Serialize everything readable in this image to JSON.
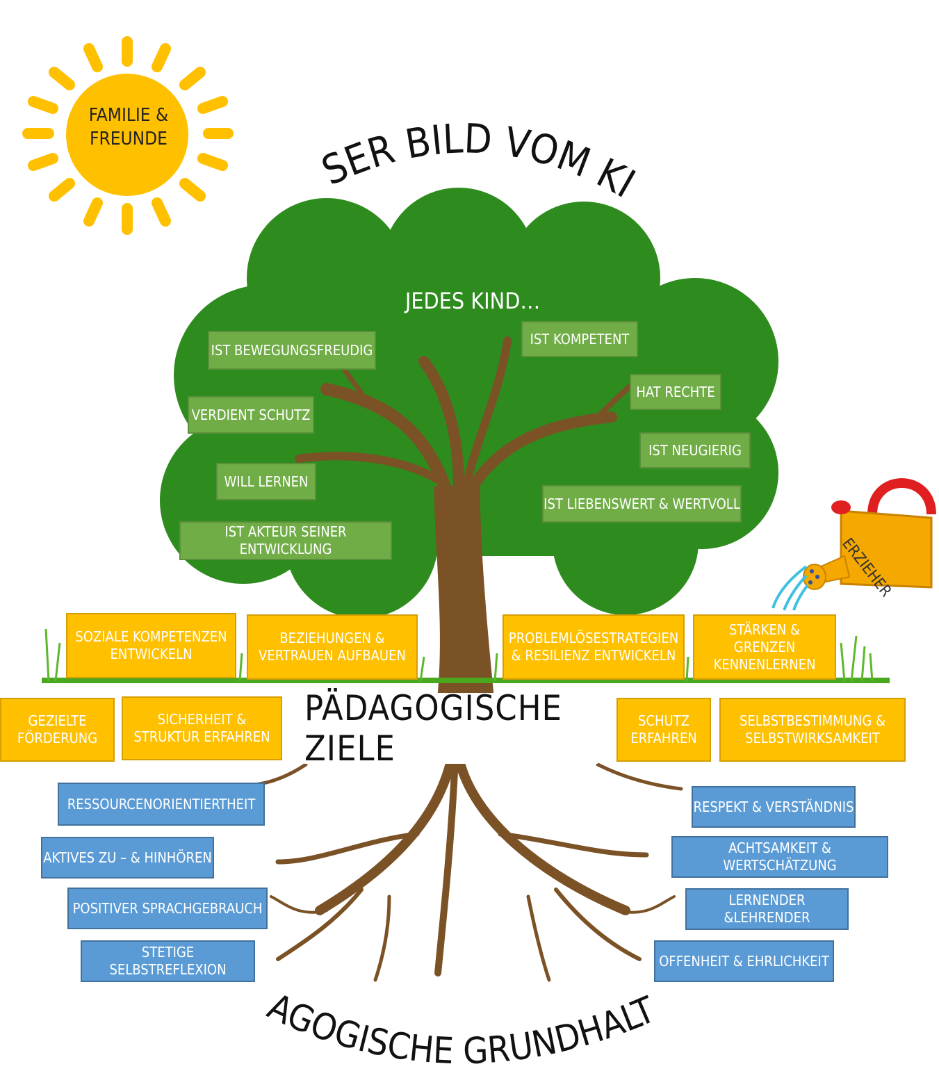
{
  "title_top": "Unser Bild vom Kind",
  "title_bottom": "Pädagogische Grundhaltung",
  "sun": {
    "line1": "Familie &",
    "line2": "Freunde"
  },
  "watering_can": {
    "label": "Erzieher"
  },
  "crown": {
    "heading": "Jedes Kind…",
    "items": [
      "ist bewegungsfreudig",
      "verdient Schutz",
      "will lernen",
      "ist Akteur seiner Entwicklung",
      "ist kompetent",
      "hat Rechte",
      "ist neugierig",
      "ist liebenswert & wertvoll"
    ]
  },
  "goals": {
    "heading": "Pädagogische Ziele",
    "items": [
      "Soziale Kompetenzen entwickeln",
      "Beziehungen & Vertrauen aufbauen",
      "Problemlösestrategien & Resilienz entwickeln",
      "Stärken & Grenzen kennenlernen",
      "Gezielte Förderung",
      "Sicherheit & Struktur erfahren",
      "Schutz erfahren",
      "Selbstbestimmung & Selbstwirksamkeit"
    ]
  },
  "attitudes": {
    "items": [
      "Ressourcenorientiertheit",
      "Aktives Zu – & Hinhören",
      "Positiver Sprachgebrauch",
      "Stetige Selbstreflexion",
      "Respekt & Verständnis",
      "Achtsamkeit & Wertschätzung",
      "Lernender &Lehrender",
      "Offenheit & Ehrlichkeit"
    ]
  },
  "colors": {
    "crown": "#2e8b1e",
    "trunk": "#7a5226",
    "green_box": "#70ad47",
    "yellow_box": "#ffc000",
    "blue_box": "#5b9bd5",
    "sun": "#ffc000",
    "grass": "#5cb82a",
    "can": "#f5a800"
  }
}
